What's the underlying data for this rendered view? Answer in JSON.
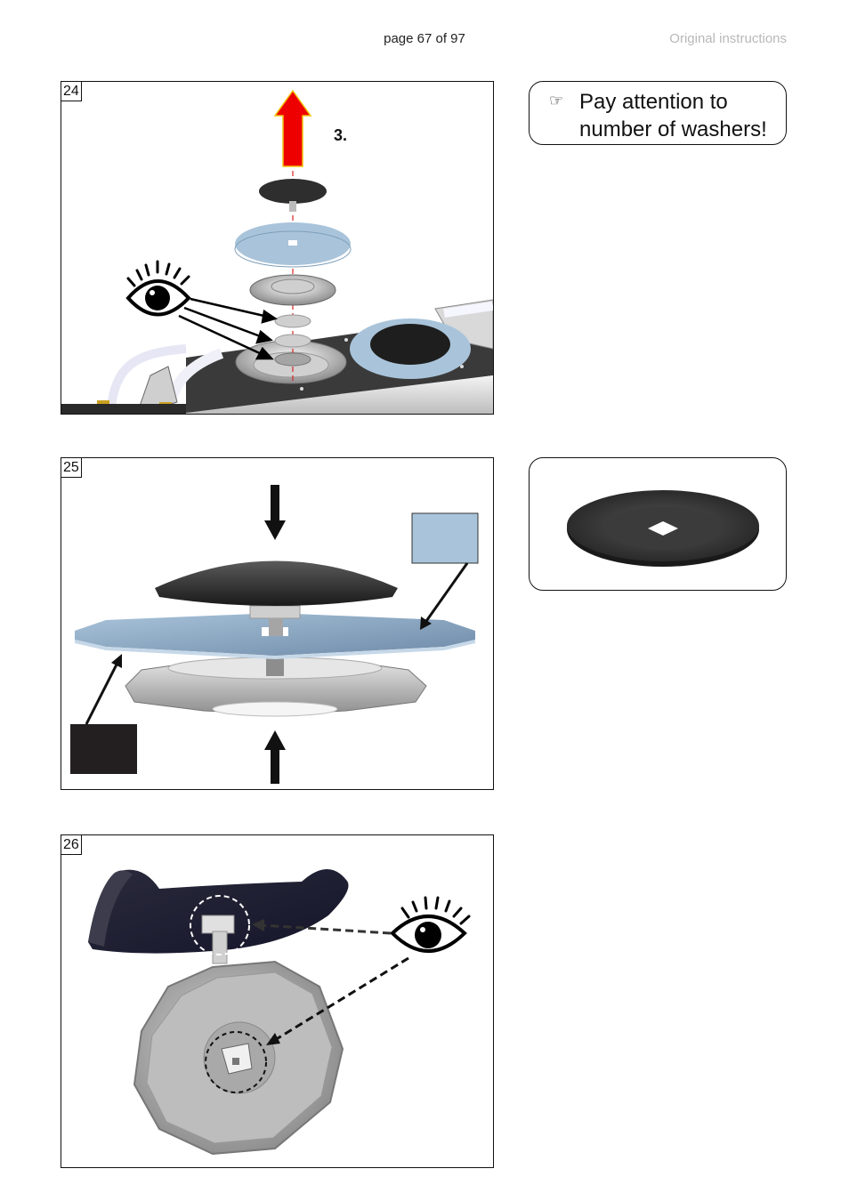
{
  "header": {
    "page_label": "page 67 of 97",
    "doc_label": "Original instructions"
  },
  "figures": [
    {
      "number": "24",
      "step_label": "3."
    },
    {
      "number": "25"
    },
    {
      "number": "26"
    }
  ],
  "note": {
    "pointer_glyph": "☞",
    "line1": "Pay attention to",
    "line2": "number of washers!"
  },
  "colors": {
    "arrow_red": "#ee0000",
    "washer_blue": "#a9c4da",
    "disc_dark": "#2b2b2b",
    "swatch_black": "#231f20"
  }
}
